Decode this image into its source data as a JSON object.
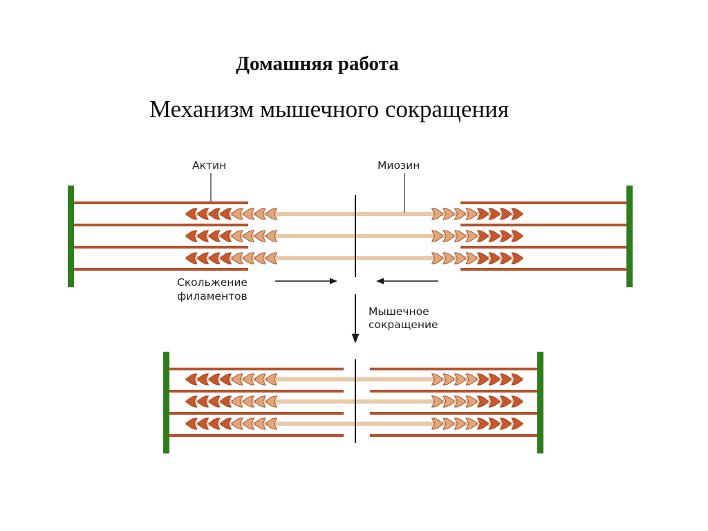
{
  "slide": {
    "homework_title": "Домашняя работа",
    "topic_title": "Механизм мышечного сокращения"
  },
  "diagram": {
    "labels": {
      "actin": "Актин",
      "myosin": "Миозин",
      "sliding_line1": "Скольжение",
      "sliding_line2": "филаментов",
      "contraction_line1": "Мышечное",
      "contraction_line2": "сокращение"
    },
    "colors": {
      "z_disc": "#2e7d1c",
      "actin": "#b5522b",
      "myosin_rod": "#e8c9a8",
      "myosin_head_dark": "#c8572e",
      "myosin_head_light": "#e2a679",
      "m_line": "#1a1a1a",
      "arrow": "#1a1a1a"
    }
  }
}
